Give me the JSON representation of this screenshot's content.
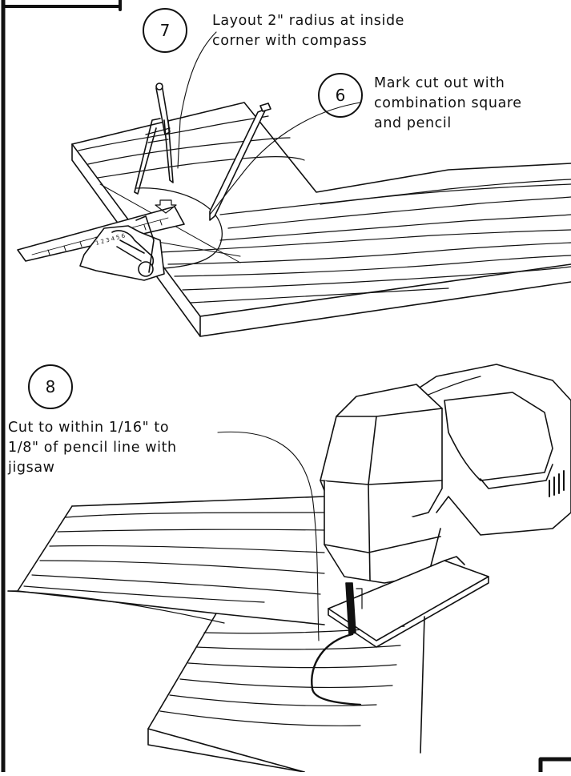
{
  "colors": {
    "ink": "#111111",
    "paper": "#ffffff"
  },
  "steps": [
    {
      "number": "7",
      "text": "Layout 2\" radius at inside\ncorner with compass"
    },
    {
      "number": "6",
      "text": "Mark cut out with\ncombination square\nand pencil"
    },
    {
      "number": "8",
      "text": "Cut to within 1/16\" to\n1/8\" of pencil line with\njigsaw"
    }
  ],
  "ruler": {
    "markings": "1 2 3 4 5 6"
  }
}
